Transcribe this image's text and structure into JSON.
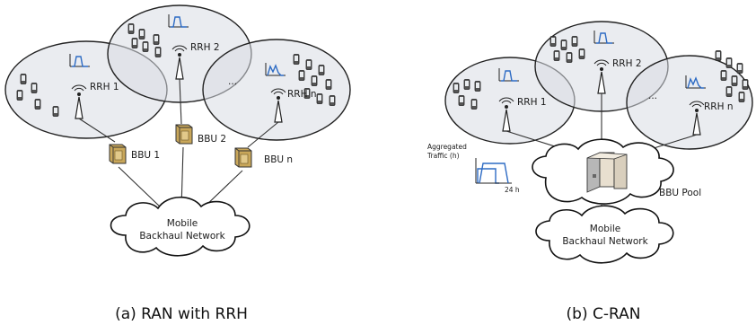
{
  "panel_a": {
    "rrh_labels": [
      "RRH 1",
      "RRH 2",
      "RRH n"
    ],
    "bbu_labels": [
      "BBU 1",
      "BBU 2",
      "BBU n"
    ],
    "ellipsis": "...",
    "cloud_line1": "Mobile",
    "cloud_line2": "Backhaul Network",
    "caption": "(a) RAN with RRH"
  },
  "panel_b": {
    "rrh_labels": [
      "RRH 1",
      "RRH 2",
      "RRH n"
    ],
    "ellipsis": "...",
    "traffic_label_line1": "Aggregated",
    "traffic_label_line2": "Traffic (h)",
    "traffic_x_label": "24 h",
    "pool_label": "BBU Pool",
    "cloud_line1": "Mobile",
    "cloud_line2": "Backhaul Network",
    "caption": "(b) C-RAN"
  },
  "colors": {
    "cell_fill": "#d8dde3",
    "traffic_curve": "#2d6bc4",
    "bbu_box": "#c9a75a"
  }
}
